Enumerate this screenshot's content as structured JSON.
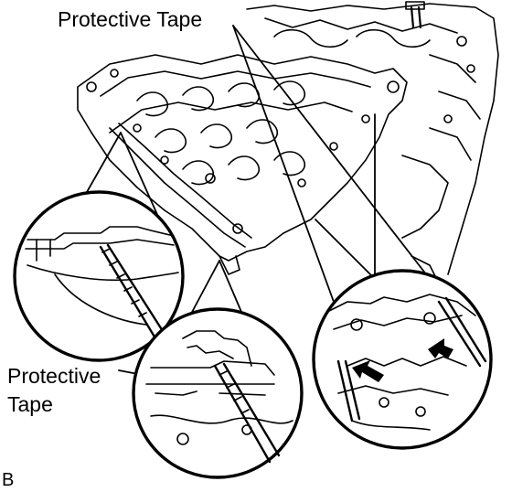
{
  "labels": {
    "top": "Protective Tape",
    "left_line1": "Protective",
    "left_line2": "Tape",
    "corner": "B"
  },
  "colors": {
    "ink": "#000000",
    "paper": "#ffffff"
  }
}
